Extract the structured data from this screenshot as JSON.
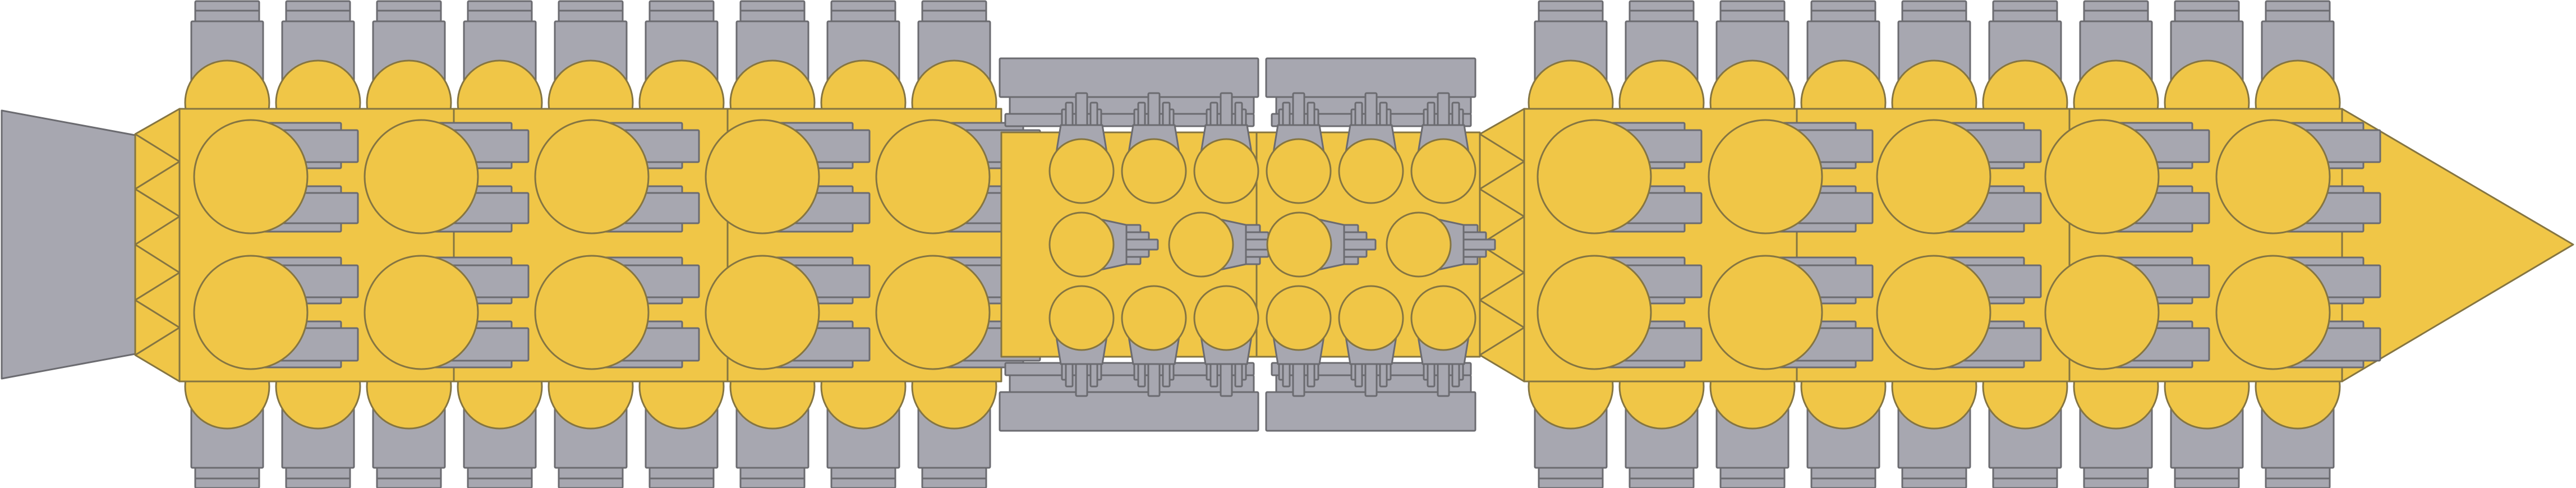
{
  "diagram": {
    "subject": "spaceship-top-view",
    "colors": {
      "hull_fill": "#F0C647",
      "hull_stroke": "#857541",
      "metal_fill": "#A7A7B0",
      "metal_stroke": "#6B6B70",
      "background": "#FFFFFF"
    },
    "sections": {
      "rear": {
        "side_cylinders_per_side": 9,
        "large_tanks": 10,
        "hull_modules": 3
      },
      "middle": {
        "modules": 2,
        "small_tanks": 16,
        "engine_pods": 16
      },
      "front": {
        "side_cylinders_per_side": 9,
        "large_tanks": 10,
        "hull_modules": 3,
        "nose": "triangular"
      }
    }
  }
}
